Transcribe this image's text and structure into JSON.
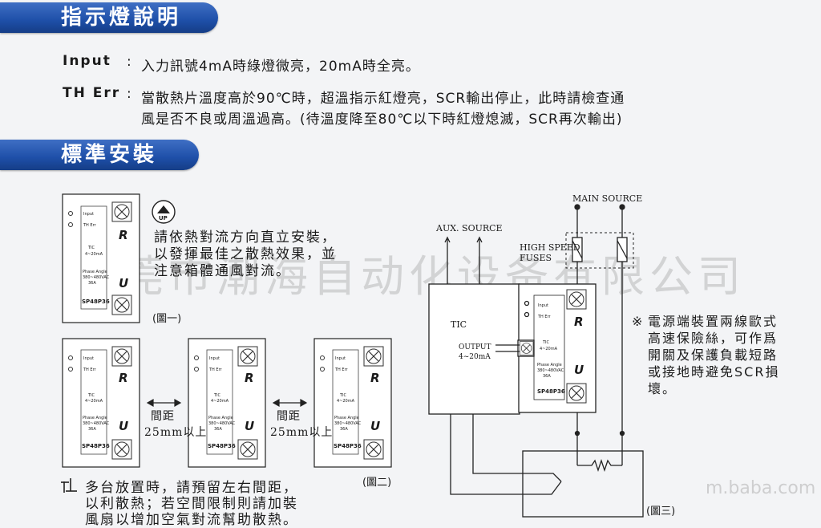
{
  "section1": {
    "title": "指示燈說明"
  },
  "input": {
    "label": "Input",
    "text": "入力訊號4mA時綠燈微亮，20mA時全亮。"
  },
  "therr": {
    "label": "TH Err",
    "line1": "當散熱片溫度高於90℃時，超溫指示紅燈亮，SCR輸出停止，此時請檢查通",
    "line2": "風是否不良或周溫過高。(待溫度降至80℃以下時紅燈熄滅，SCR再次輸出)"
  },
  "section2": {
    "title": "標準安裝"
  },
  "fig1": {
    "up_label": "UP",
    "note": [
      "請依熱對流方向直立安裝，",
      "以發揮最佳之散熱效果，並",
      "注意箱體通風對流。"
    ],
    "caption": "(圖一)"
  },
  "module": {
    "input_label": "Input",
    "therr_label": "TH Err",
    "tic_label": "TIC",
    "tic_range": "4~20mA",
    "phase1": "Phase Angle",
    "phase2": "380~480VAC",
    "phase3": "36A",
    "model": "SP48P36",
    "r": "R",
    "u": "U"
  },
  "fig2": {
    "gap_label1": "間距",
    "gap_value1": "25mm以上",
    "gap_label2": "間距",
    "gap_value2": "25mm以上",
    "caption": "(圖二)",
    "note": [
      "多台放置時，請預留左右間距，",
      "以利散熱；若空間限制則請加裝",
      "風扇以增加空氣對流幫助散熱。"
    ]
  },
  "fig3": {
    "main_source": "MAIN SOURCE",
    "aux_source": "AUX. SOURCE",
    "fuses1": "HIGH SPEED",
    "fuses2": "FUSES",
    "tic": "TIC",
    "output": "OUTPUT",
    "output_range": "4~20mA",
    "caption": "(圖三)",
    "note_mark": "※",
    "note": [
      "電源端裝置兩線歐式",
      "高速保險絲，可作爲",
      "開關及保護負載短路",
      "或接地時避免SCR損",
      "壞。"
    ]
  },
  "watermark": "东莞市潮海自动化设备有限公司",
  "tailmark": "m.baba.com",
  "colors": {
    "pill": "#1e4fa8",
    "text": "#1a1a1a"
  }
}
